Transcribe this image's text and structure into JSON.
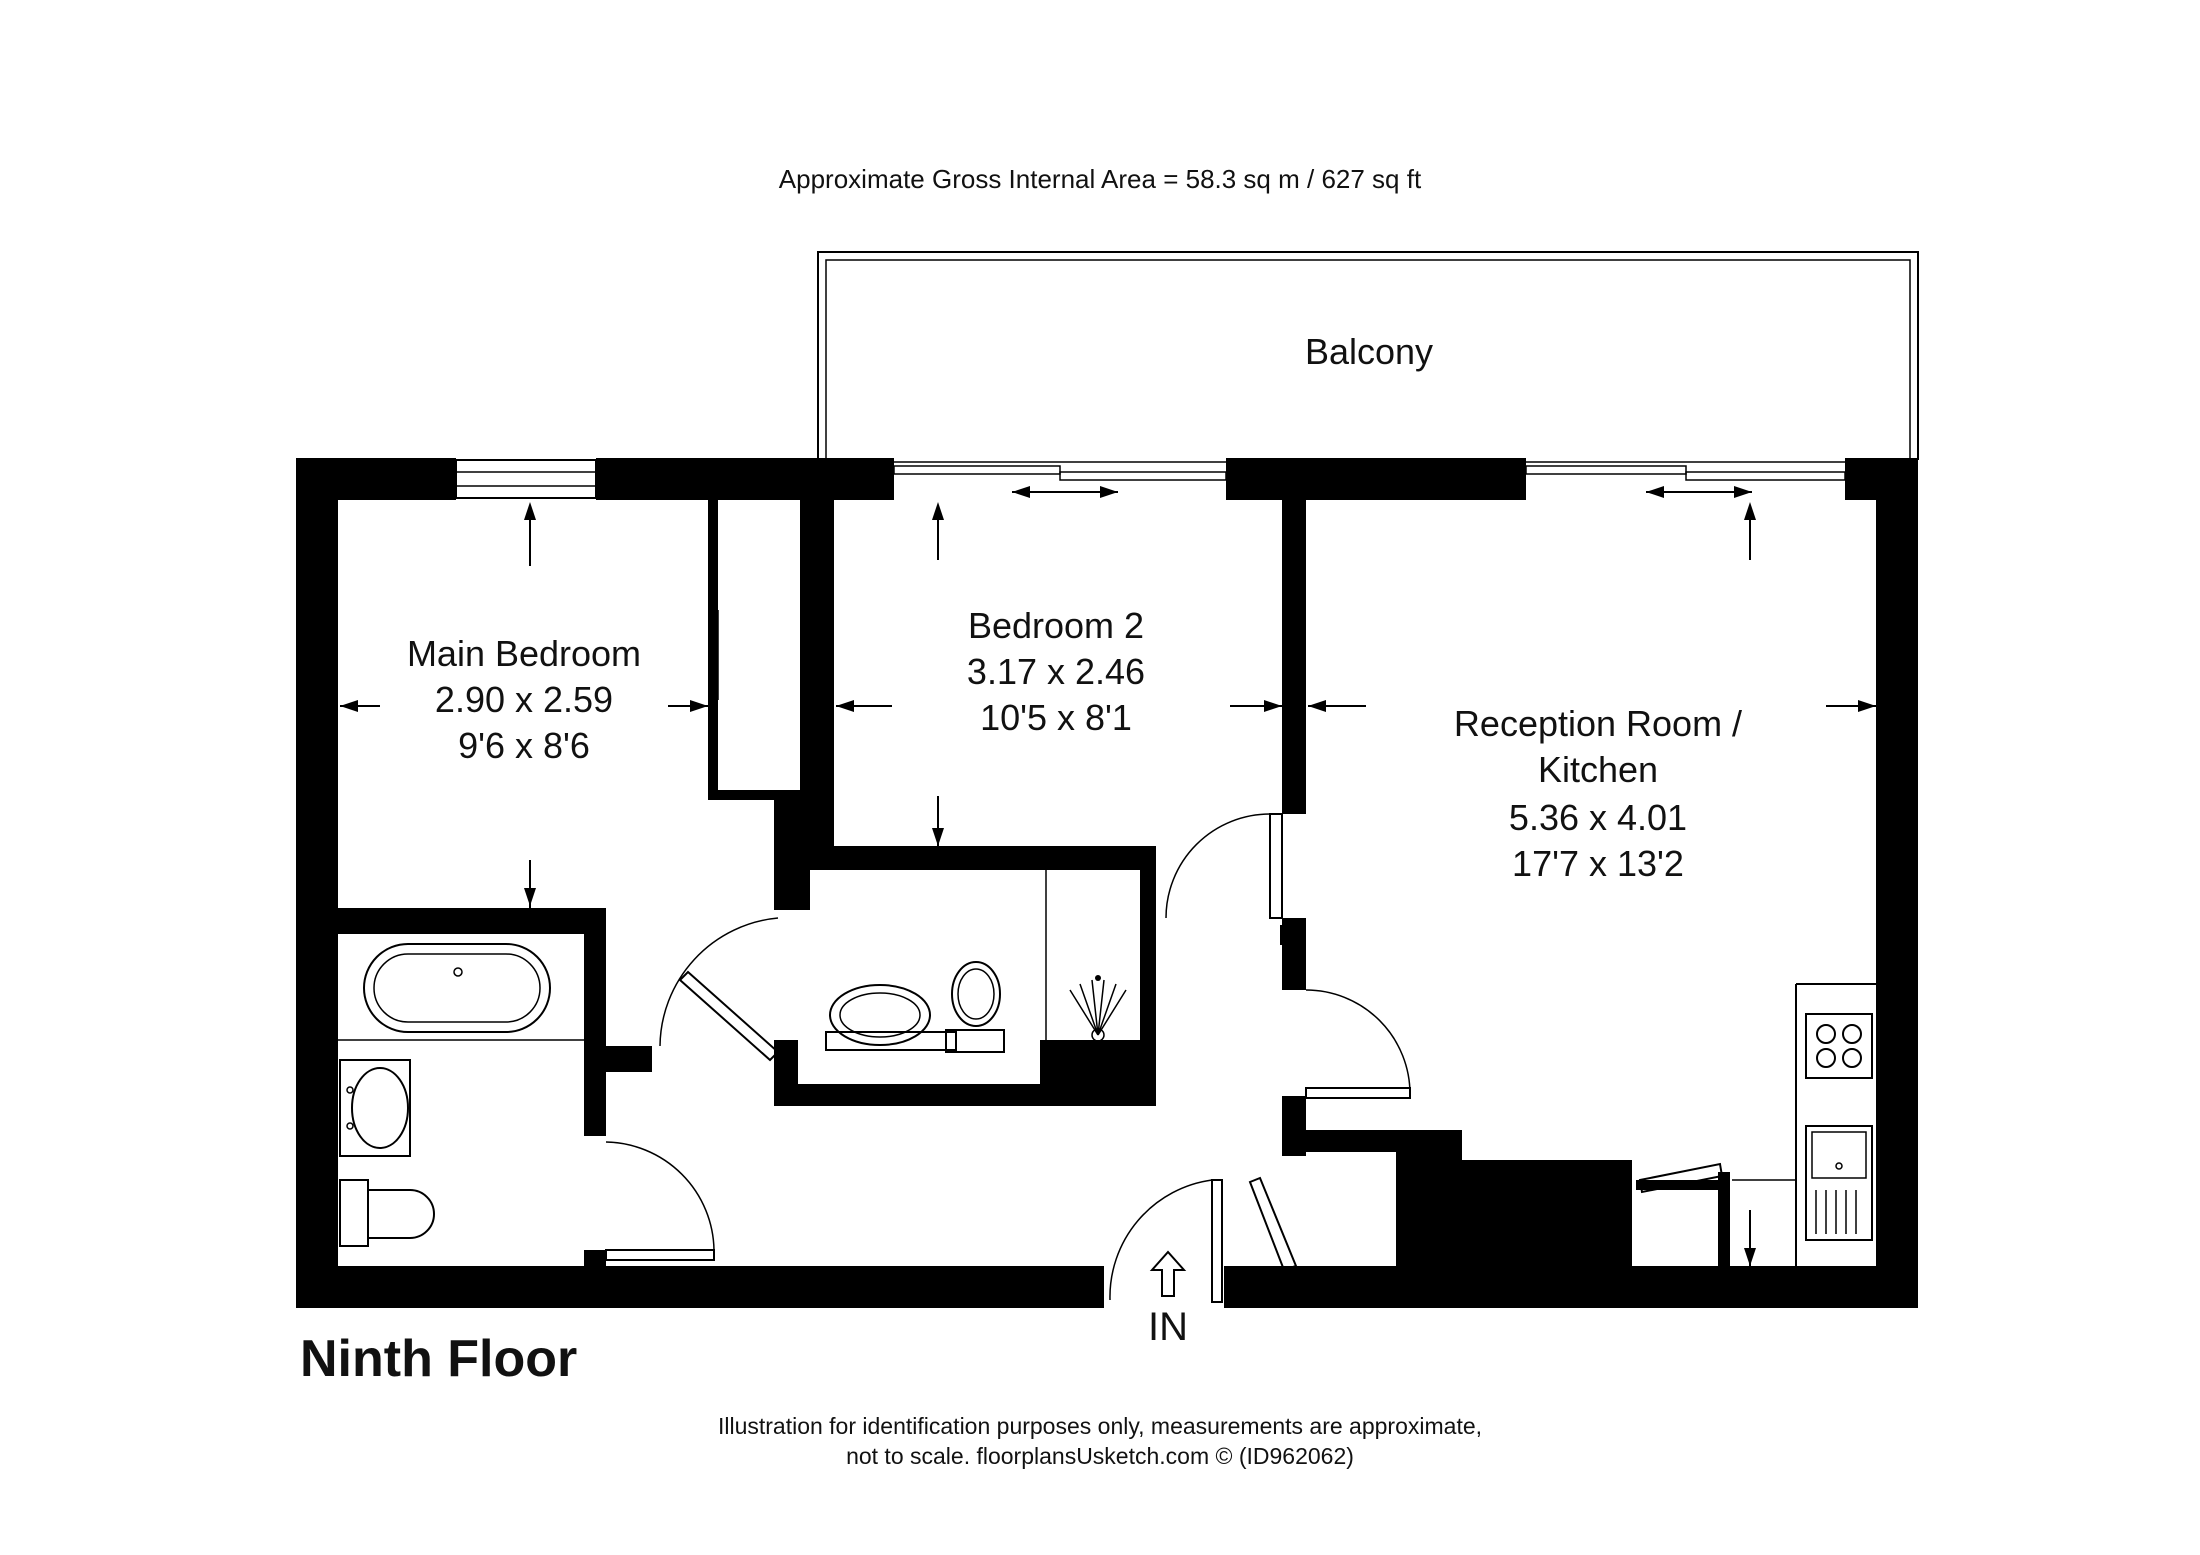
{
  "header": {
    "area_text": "Approximate Gross Internal Area = 58.3 sq m / 627 sq ft"
  },
  "rooms": {
    "balcony": {
      "name": "Balcony"
    },
    "main_bedroom": {
      "name": "Main Bedroom",
      "metric": "2.90 x 2.59",
      "imperial": "9'6 x 8'6"
    },
    "bedroom_2": {
      "name": "Bedroom 2",
      "metric": "3.17 x 2.46",
      "imperial": "10'5 x 8'1"
    },
    "reception": {
      "name_line1": "Reception Room /",
      "name_line2": "Kitchen",
      "metric": "5.36 x 4.01",
      "imperial": "17'7 x 13'2"
    }
  },
  "entrance": {
    "label": "IN"
  },
  "floor": {
    "title": "Ninth Floor"
  },
  "footer": {
    "line1": "Illustration for identification purposes only, measurements are approximate,",
    "line2": "not to scale. floorplansUsketch.com © (ID962062)"
  },
  "colors": {
    "wall": "#000000",
    "background": "#ffffff",
    "text": "#111111"
  }
}
